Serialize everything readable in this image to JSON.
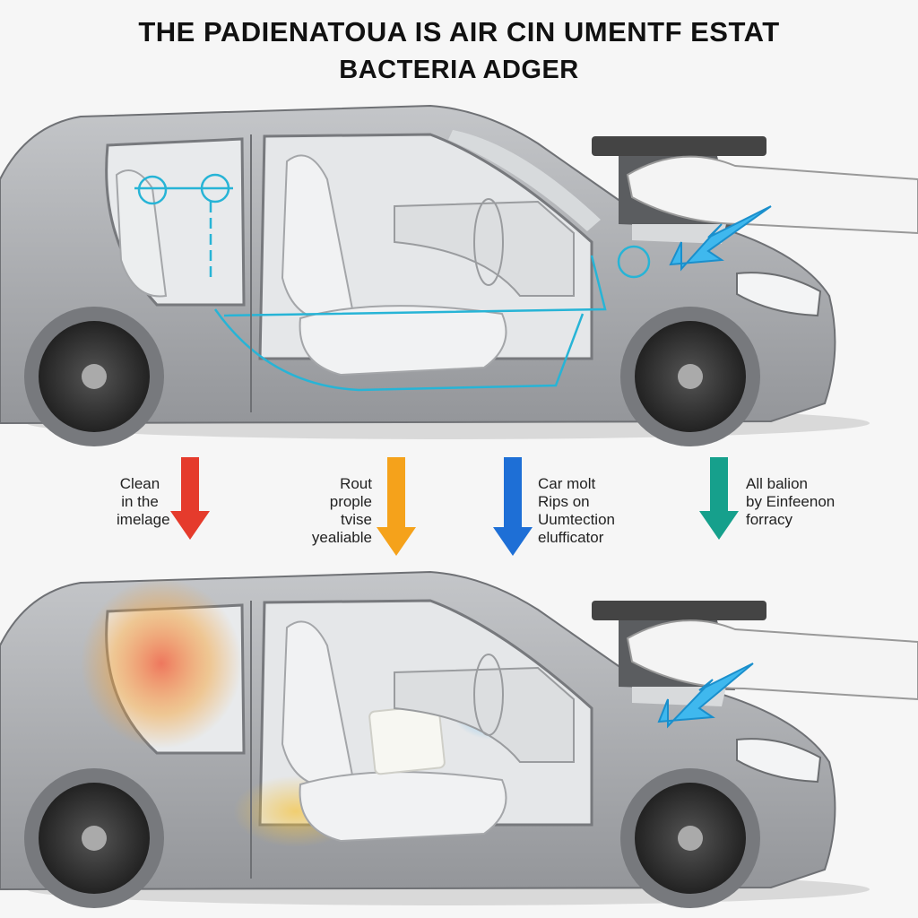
{
  "title": {
    "line1": "THE PADIENATOUA IS AIR CIN UMENTF ESTAT",
    "line2": "BACTERIA ADGER"
  },
  "steps": [
    {
      "lines": [
        "Clean",
        "in the",
        "imelage"
      ],
      "color": "#e53b2c"
    },
    {
      "lines": [
        "Rout",
        "prople",
        "tvise",
        "yealiable"
      ],
      "color": "#f5a21b"
    },
    {
      "lines": [
        "Car molt",
        "Rips on",
        "Uumtection",
        "elufficator"
      ],
      "color": "#1e6fd6"
    },
    {
      "lines": [
        "All balion",
        "by Einfeenon",
        "forracy"
      ],
      "color": "#16a08c"
    }
  ],
  "colors": {
    "car_body": "#a9abaf",
    "car_shadow": "#8c8e92",
    "interior": "#e4e6e8",
    "airflow": "#27b4d6",
    "pointer_arrow": "#3fb8ee",
    "heat_warm": "#f08a3c",
    "heat_cool": "#59b7ee"
  }
}
